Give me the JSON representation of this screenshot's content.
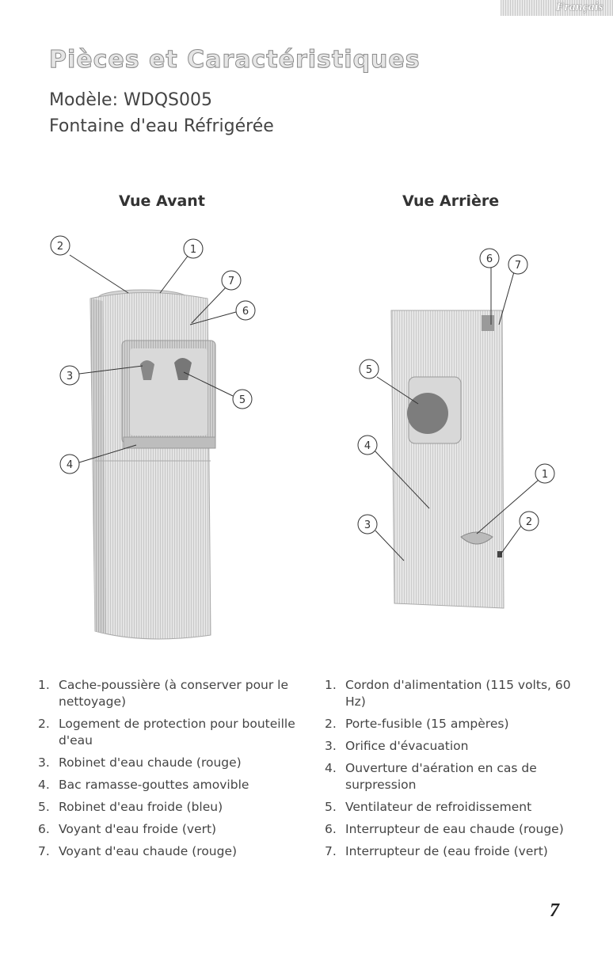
{
  "header": {
    "language_tab": "Français"
  },
  "page": {
    "title": "Pièces et Caractéristiques",
    "model": "Modèle: WDQS005",
    "product": "Fontaine d'eau Réfrigérée",
    "page_number": "7"
  },
  "front_view": {
    "heading": "Vue Avant",
    "callouts": [
      "1",
      "2",
      "3",
      "4",
      "5",
      "6",
      "7"
    ],
    "items": [
      {
        "num": "1.",
        "text": "Cache-poussière (à conserver pour le nettoyage)"
      },
      {
        "num": "2.",
        "text": "Logement de protection pour bouteille d'eau"
      },
      {
        "num": "3.",
        "text": "Robinet d'eau chaude (rouge)"
      },
      {
        "num": "4.",
        "text": "Bac ramasse-gouttes amovible"
      },
      {
        "num": "5.",
        "text": "Robinet d'eau froide (bleu)"
      },
      {
        "num": "6.",
        "text": "Voyant d'eau froide (vert)"
      },
      {
        "num": "7.",
        "text": "Voyant d'eau chaude (rouge)"
      }
    ]
  },
  "back_view": {
    "heading": "Vue Arrière",
    "callouts": [
      "1",
      "2",
      "3",
      "4",
      "5",
      "6",
      "7"
    ],
    "items": [
      {
        "num": "1.",
        "text": "Cordon d'alimentation (115 volts, 60 Hz)"
      },
      {
        "num": "2.",
        "text": "Porte-fusible (15 ampères)"
      },
      {
        "num": "3.",
        "text": "Orifice d'évacuation"
      },
      {
        "num": "4.",
        "text": "Ouverture d'aération en cas de surpression"
      },
      {
        "num": "5.",
        "text": "Ventilateur de refroidissement"
      },
      {
        "num": "6.",
        "text": "Interrupteur de eau chaude (rouge)"
      },
      {
        "num": "7.",
        "text": "Interrupteur de (eau froide (vert)"
      }
    ]
  }
}
